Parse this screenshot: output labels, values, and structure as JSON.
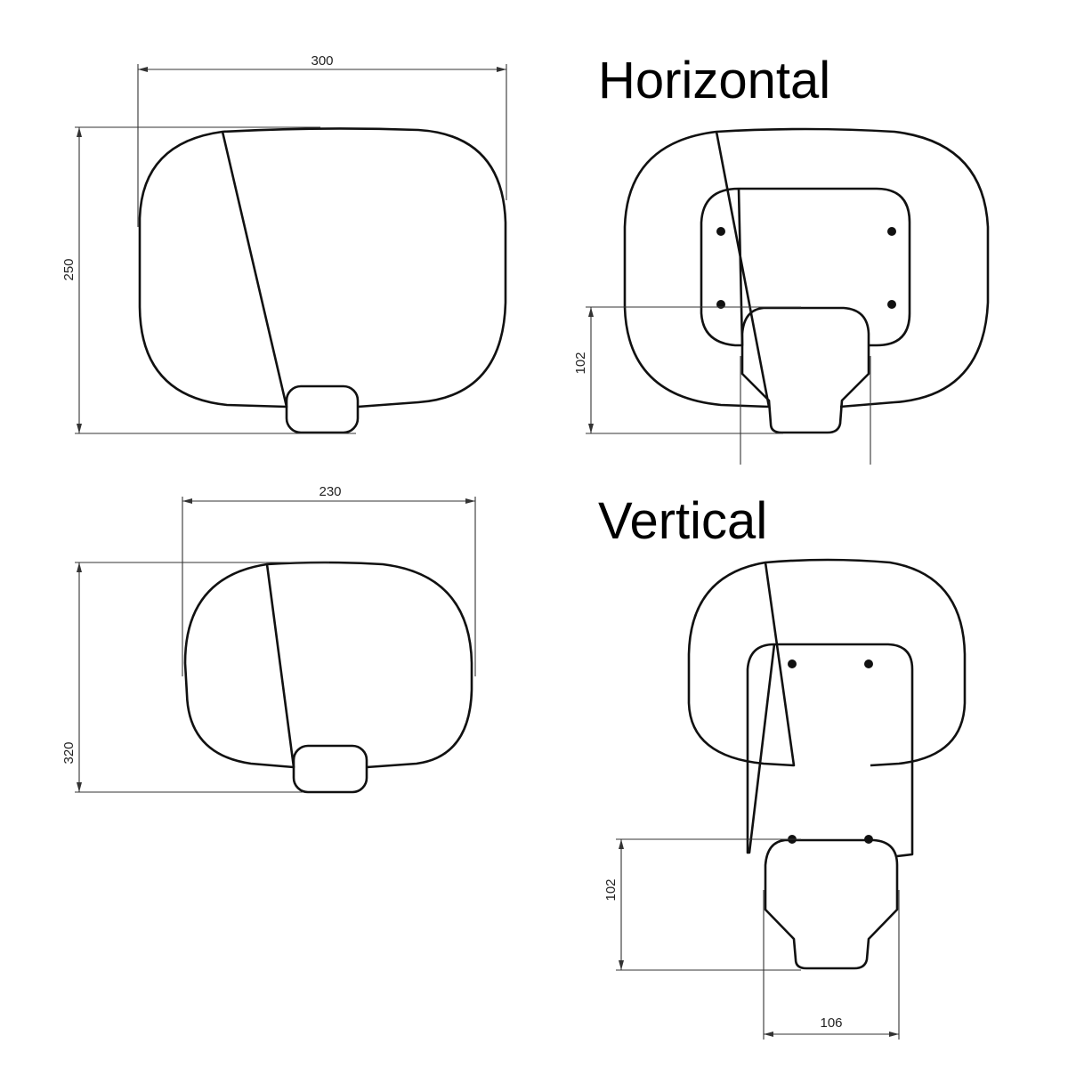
{
  "labels": {
    "horizontal": "Horizontal",
    "vertical": "Vertical"
  },
  "dimensions": {
    "horizontal_width": "300",
    "horizontal_height": "250",
    "horizontal_bracket_height": "102",
    "vertical_width": "230",
    "vertical_height": "320",
    "vertical_bracket_height": "102",
    "vertical_bracket_width": "106"
  },
  "colors": {
    "line": "#111111",
    "background": "#ffffff"
  }
}
